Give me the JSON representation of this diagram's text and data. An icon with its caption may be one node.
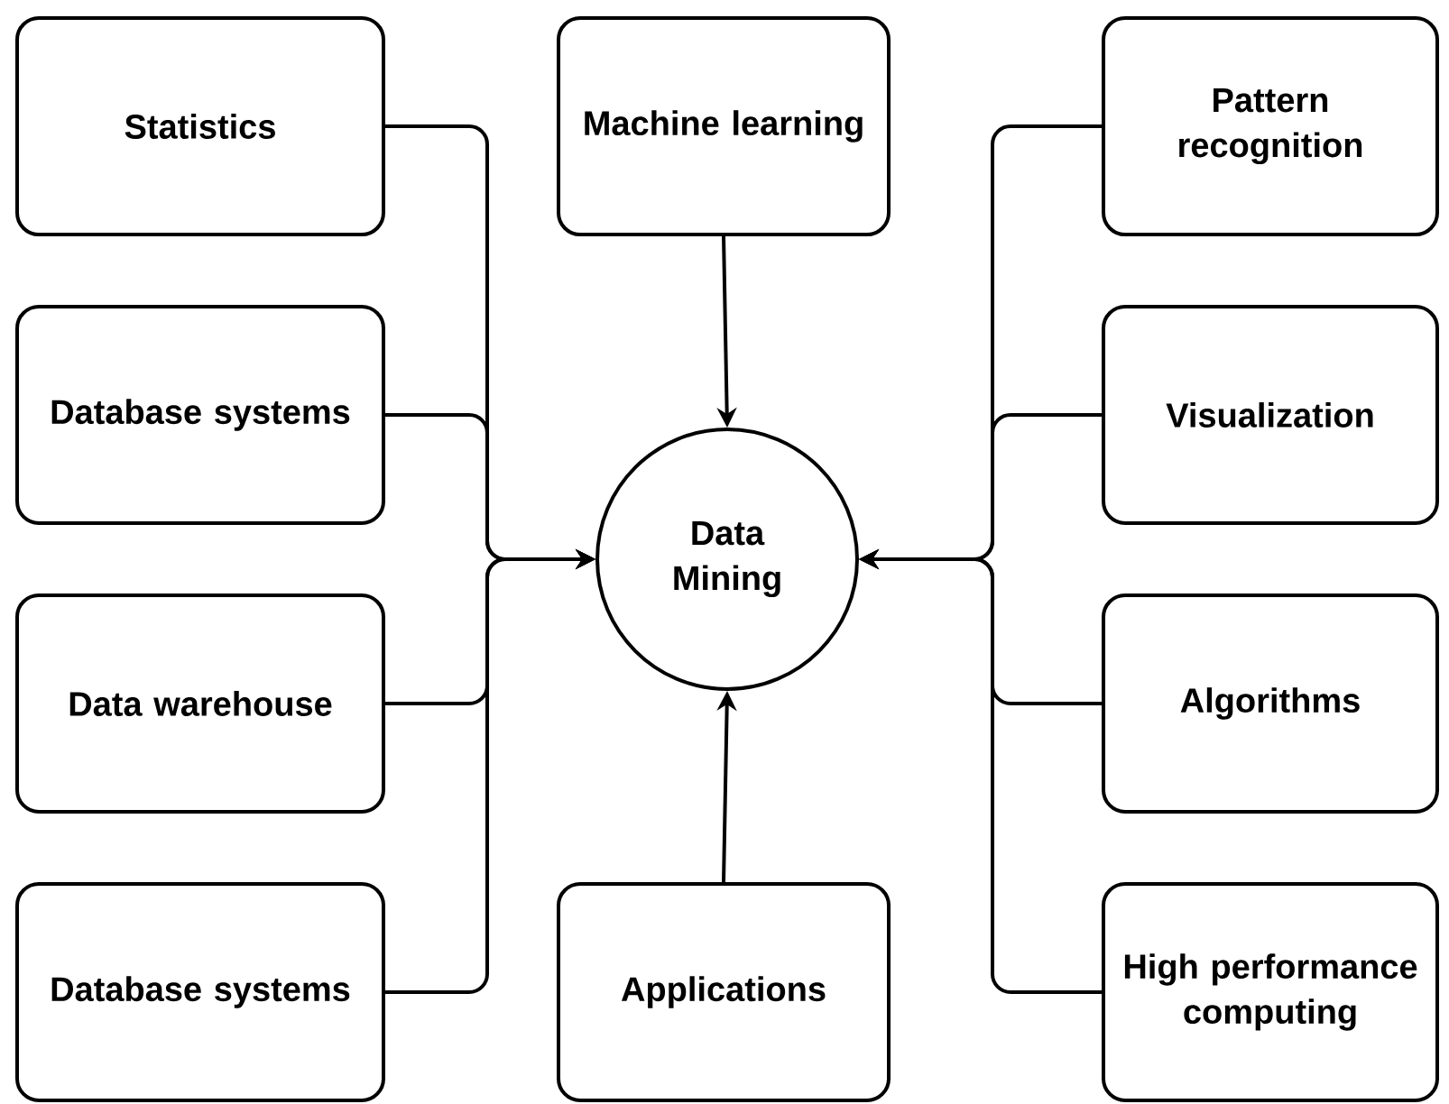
{
  "diagram": {
    "nodes": [
      {
        "text": [
          "Statistics"
        ]
      },
      {
        "text": [
          "Machine learning"
        ]
      },
      {
        "text": [
          "Pattern recognition"
        ]
      },
      {
        "text": [
          "Database systems"
        ]
      },
      {
        "text": [
          "Visualization"
        ]
      },
      {
        "text": [
          "Data Mining"
        ]
      },
      {
        "text": [
          "Data warehouse"
        ]
      },
      {
        "text": [
          "Algorithms"
        ]
      },
      {
        "text": [
          "Database systems"
        ]
      },
      {
        "text": [
          "Applications"
        ]
      },
      {
        "text": [
          "High performance computing"
        ]
      }
    ],
    "edges": [
      {
        "from": 0,
        "to": 5,
        "arrow": "to"
      },
      {
        "from": 3,
        "to": 5,
        "arrow": "to"
      },
      {
        "from": 6,
        "to": 5,
        "arrow": "to"
      },
      {
        "from": 8,
        "to": 5,
        "arrow": "to"
      },
      {
        "from": 1,
        "to": 5,
        "arrow": "to"
      },
      {
        "from": 9,
        "to": 5,
        "arrow": "to"
      },
      {
        "from": 2,
        "to": 5,
        "arrow": "to"
      },
      {
        "from": 4,
        "to": 5,
        "arrow": "to"
      },
      {
        "from": 7,
        "to": 5,
        "arrow": "to"
      },
      {
        "from": 10,
        "to": 5,
        "arrow": "to"
      }
    ]
  }
}
